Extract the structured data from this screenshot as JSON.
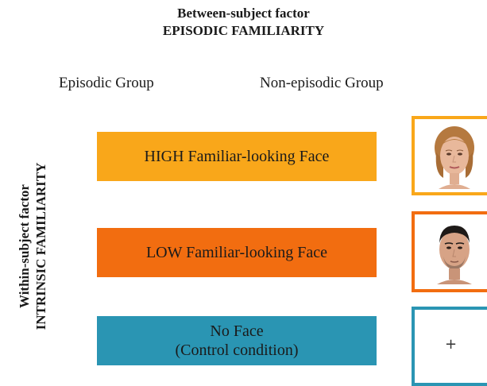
{
  "header": {
    "line1": "Between-subject factor",
    "line2": "EPISODIC FAMILIARITY"
  },
  "groups": {
    "episodic": "Episodic Group",
    "non_episodic": "Non-episodic Group"
  },
  "within": {
    "line1": "Within-subject factor",
    "line2": "INTRINSIC FAMILIARITY"
  },
  "conditions": [
    {
      "label": "HIGH Familiar-looking Face",
      "color": "#f9a71a"
    },
    {
      "label": "LOW Familiar-looking Face",
      "color": "#f26d10"
    },
    {
      "label_line1": "No Face",
      "label_line2": "(Control condition)",
      "color": "#2a95b3"
    }
  ],
  "stimuli": {
    "high_icon": "female-face-photo",
    "low_icon": "male-face-photo",
    "control_symbol": "+"
  }
}
